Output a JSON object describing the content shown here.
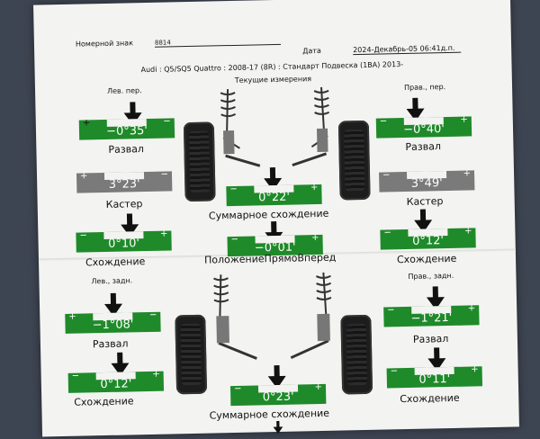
{
  "header": {
    "plate_label": "Номерной знак",
    "plate_value": "8814",
    "date_label": "Дата",
    "date_value": "2024-Декабрь-05 06:41д.п.",
    "vehicle": "Audi : Q5/SQ5 Quattro : 2008-17 (8R) : Стандарт Подвеска (1BA) 2013-",
    "section_title": "Текущие измерения"
  },
  "front": {
    "left_label": "Лев. пер.",
    "right_label": "Прав., пер.",
    "camber_left": "−0°35'",
    "camber_right": "−0°40'",
    "camber_label": "Развал",
    "caster_left": "3°23'",
    "caster_right": "3°49'",
    "caster_label": "Кастер",
    "toe_left": "0°10'",
    "toe_right": "0°12'",
    "toe_label": "Схождение",
    "total_toe": "0°22'",
    "total_toe_label": "Суммарное схождение",
    "setback": "−0°01'",
    "setback_label": "ПоложениеПрямоВперед"
  },
  "rear": {
    "left_label": "Лев., задн.",
    "right_label": "Прав., задн.",
    "camber_left": "−1°08'",
    "camber_right": "−1°21'",
    "camber_label": "Развал",
    "toe_left": "0°12'",
    "toe_right": "0°11'",
    "toe_label": "Схождение",
    "total_toe": "0°23'",
    "total_toe_label": "Суммарное схождение"
  },
  "signs": {
    "plus": "+",
    "minus": "−"
  },
  "colors": {
    "bar_green": "#1f8a2a",
    "bar_gray": "#7a7a7a",
    "paper": "#f3f3f1"
  }
}
